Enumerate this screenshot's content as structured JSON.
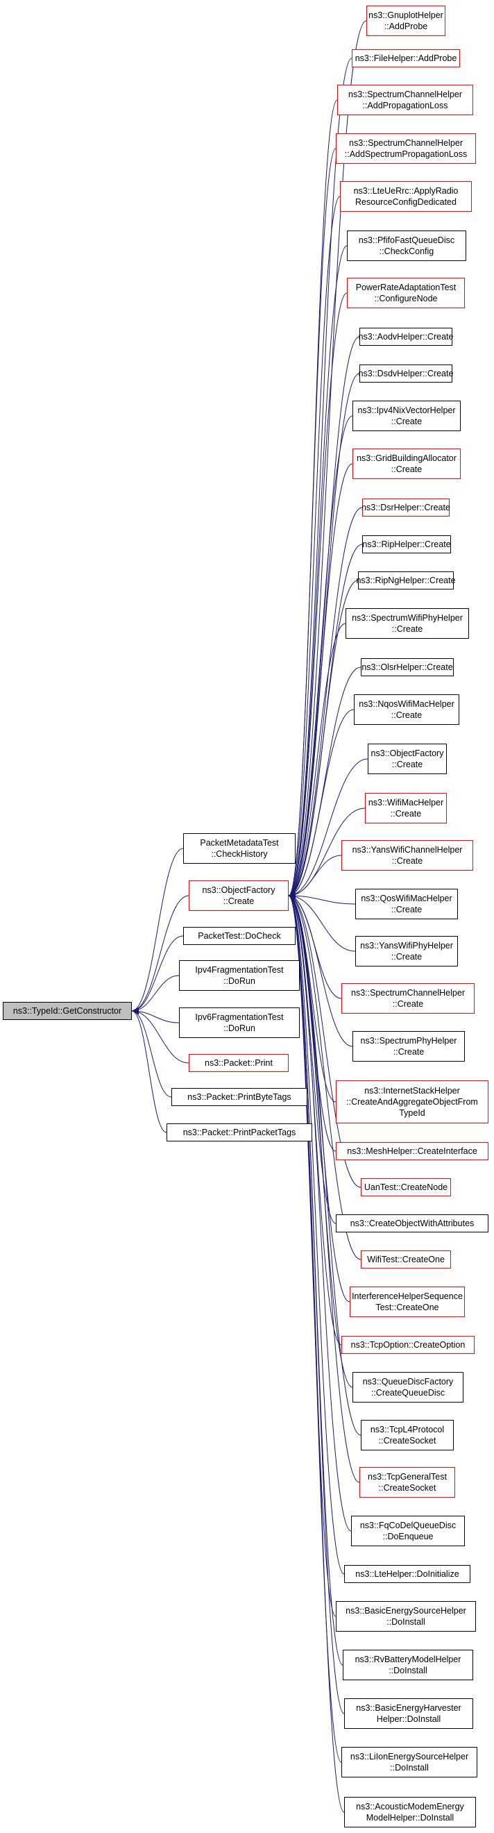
{
  "colors": {
    "edge": "#191970",
    "border_black": "#000000",
    "border_red": "#ff0000",
    "root_fill": "#bfbfbf"
  },
  "root": {
    "lines": [
      "ns3::TypeId::GetConstructor"
    ]
  },
  "mid": [
    {
      "id": "m1",
      "lines": [
        "PacketMetadataTest",
        "::CheckHistory"
      ],
      "red": false
    },
    {
      "id": "m2",
      "lines": [
        "ns3::ObjectFactory",
        "::Create"
      ],
      "red": true
    },
    {
      "id": "m3",
      "lines": [
        "PacketTest::DoCheck"
      ],
      "red": false
    },
    {
      "id": "m4",
      "lines": [
        "Ipv4FragmentationTest",
        "::DoRun"
      ],
      "red": false
    },
    {
      "id": "m5",
      "lines": [
        "Ipv6FragmentationTest",
        "::DoRun"
      ],
      "red": false
    },
    {
      "id": "m6",
      "lines": [
        "ns3::Packet::Print"
      ],
      "red": true
    },
    {
      "id": "m7",
      "lines": [
        "ns3::Packet::PrintByteTags"
      ],
      "red": false
    },
    {
      "id": "m8",
      "lines": [
        "ns3::Packet::PrintPacketTags"
      ],
      "red": false
    }
  ],
  "right": [
    {
      "lines": [
        "ns3::GnuplotHelper",
        "::AddProbe"
      ],
      "red": true
    },
    {
      "lines": [
        "ns3::FileHelper::AddProbe"
      ],
      "red": true
    },
    {
      "lines": [
        "ns3::SpectrumChannelHelper",
        "::AddPropagationLoss"
      ],
      "red": true
    },
    {
      "lines": [
        "ns3::SpectrumChannelHelper",
        "::AddSpectrumPropagationLoss"
      ],
      "red": true
    },
    {
      "lines": [
        "ns3::LteUeRrc::ApplyRadio",
        "ResourceConfigDedicated"
      ],
      "red": true
    },
    {
      "lines": [
        "ns3::PfifoFastQueueDisc",
        "::CheckConfig"
      ],
      "red": false
    },
    {
      "lines": [
        "PowerRateAdaptationTest",
        "::ConfigureNode"
      ],
      "red": true
    },
    {
      "lines": [
        "ns3::AodvHelper::Create"
      ],
      "red": false
    },
    {
      "lines": [
        "ns3::DsdvHelper::Create"
      ],
      "red": false
    },
    {
      "lines": [
        "ns3::Ipv4NixVectorHelper",
        "::Create"
      ],
      "red": false
    },
    {
      "lines": [
        "ns3::GridBuildingAllocator",
        "::Create"
      ],
      "red": true
    },
    {
      "lines": [
        "ns3::DsrHelper::Create"
      ],
      "red": true
    },
    {
      "lines": [
        "ns3::RipHelper::Create"
      ],
      "red": false
    },
    {
      "lines": [
        "ns3::RipNgHelper::Create"
      ],
      "red": false
    },
    {
      "lines": [
        "ns3::SpectrumWifiPhyHelper",
        "::Create"
      ],
      "red": false
    },
    {
      "lines": [
        "ns3::OlsrHelper::Create"
      ],
      "red": false
    },
    {
      "lines": [
        "ns3::NqosWifiMacHelper",
        "::Create"
      ],
      "red": false
    },
    {
      "lines": [
        "ns3::ObjectFactory",
        "::Create"
      ],
      "red": false
    },
    {
      "lines": [
        "ns3::WifiMacHelper",
        "::Create"
      ],
      "red": true
    },
    {
      "lines": [
        "ns3::YansWifiChannelHelper",
        "::Create"
      ],
      "red": true
    },
    {
      "lines": [
        "ns3::QosWifiMacHelper",
        "::Create"
      ],
      "red": false
    },
    {
      "lines": [
        "ns3::YansWifiPhyHelper",
        "::Create"
      ],
      "red": false
    },
    {
      "lines": [
        "ns3::SpectrumChannelHelper",
        "::Create"
      ],
      "red": true
    },
    {
      "lines": [
        "ns3::SpectrumPhyHelper",
        "::Create"
      ],
      "red": false
    },
    {
      "lines": [
        "ns3::InternetStackHelper",
        "::CreateAndAggregateObjectFrom",
        "TypeId"
      ],
      "red": true
    },
    {
      "lines": [
        "ns3::MeshHelper::CreateInterface"
      ],
      "red": true
    },
    {
      "lines": [
        "UanTest::CreateNode"
      ],
      "red": true
    },
    {
      "lines": [
        "ns3::CreateObjectWithAttributes"
      ],
      "red": false
    },
    {
      "lines": [
        "WifiTest::CreateOne"
      ],
      "red": true
    },
    {
      "lines": [
        "InterferenceHelperSequence",
        "Test::CreateOne"
      ],
      "red": true
    },
    {
      "lines": [
        "ns3::TcpOption::CreateOption"
      ],
      "red": true
    },
    {
      "lines": [
        "ns3::QueueDiscFactory",
        "::CreateQueueDisc"
      ],
      "red": false
    },
    {
      "lines": [
        "ns3::TcpL4Protocol",
        "::CreateSocket"
      ],
      "red": false
    },
    {
      "lines": [
        "ns3::TcpGeneralTest",
        "::CreateSocket"
      ],
      "red": true
    },
    {
      "lines": [
        "ns3::FqCoDelQueueDisc",
        "::DoEnqueue"
      ],
      "red": false
    },
    {
      "lines": [
        "ns3::LteHelper::DoInitialize"
      ],
      "red": false
    },
    {
      "lines": [
        "ns3::BasicEnergySourceHelper",
        "::DoInstall"
      ],
      "red": false
    },
    {
      "lines": [
        "ns3::RvBatteryModelHelper",
        "::DoInstall"
      ],
      "red": false
    },
    {
      "lines": [
        "ns3::BasicEnergyHarvester",
        "Helper::DoInstall"
      ],
      "red": false
    },
    {
      "lines": [
        "ns3::LiIonEnergySourceHelper",
        "::DoInstall"
      ],
      "red": false
    },
    {
      "lines": [
        "ns3::AcousticModemEnergy",
        "ModelHelper::DoInstall"
      ],
      "red": false
    }
  ]
}
